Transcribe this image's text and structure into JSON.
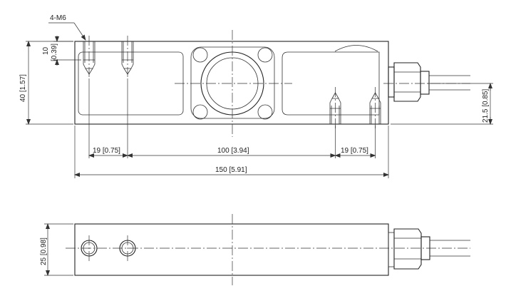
{
  "annotations": {
    "thread_callout": "4-M6",
    "hole_offset": "10",
    "hole_offset_in": "[0.39]",
    "height": "40 [1.57]",
    "mount_height": "21.5 [0.85]",
    "left_spacing": "19 [0.75]",
    "center_spacing": "100 [3.94]",
    "right_spacing": "19 [0.75]",
    "overall_length": "150 [5.91]",
    "thickness": "25 [0.98]"
  }
}
